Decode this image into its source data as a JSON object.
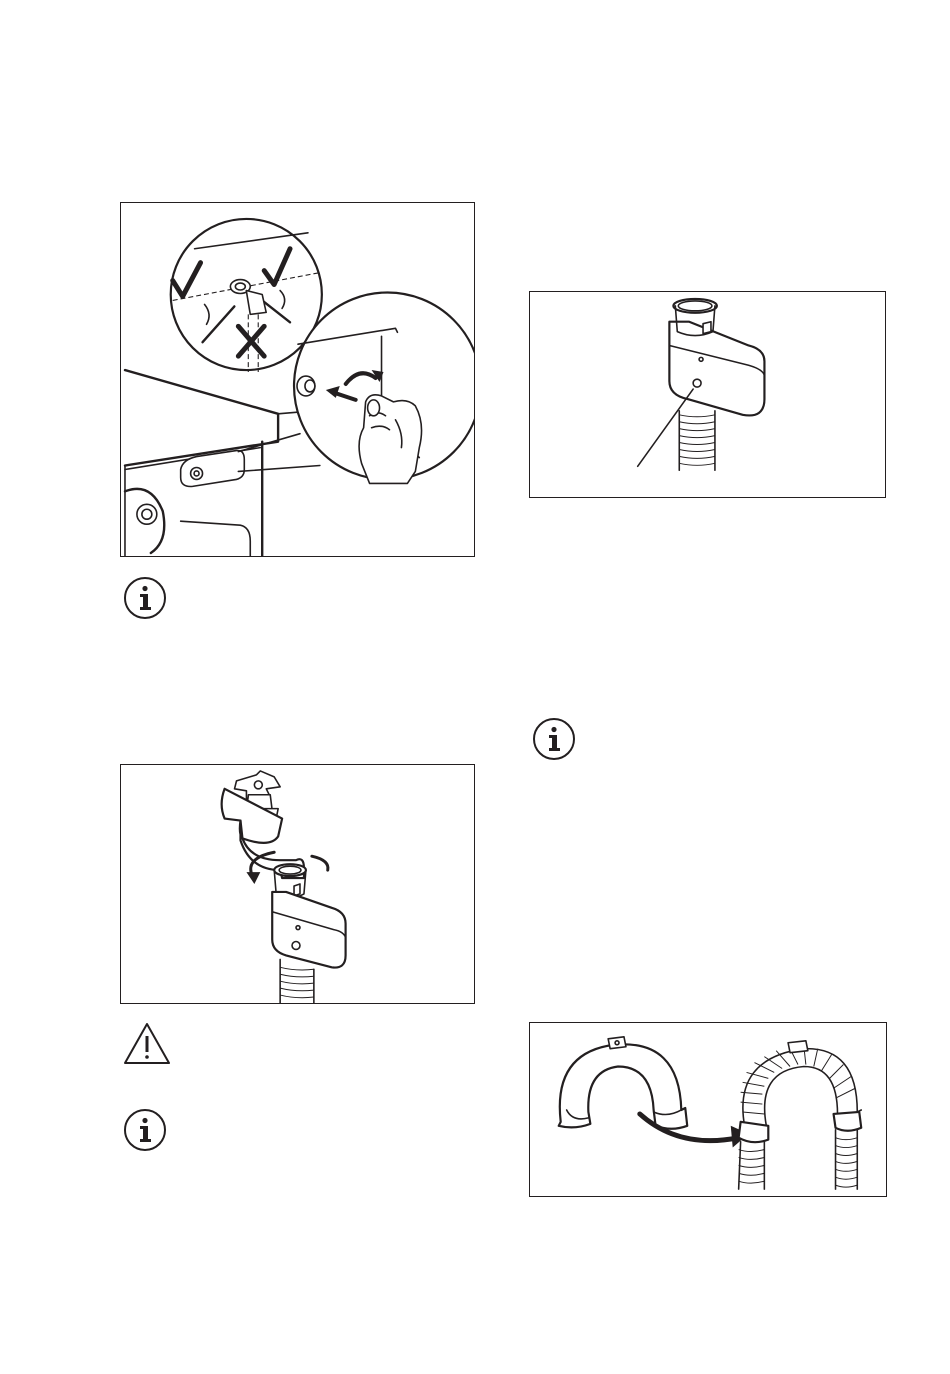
{
  "figures": {
    "inlet_hose_angle": {
      "icon": "inlet-hose-angle-illustration"
    },
    "hose_valve": {
      "icon": "water-stop-valve-illustration"
    },
    "tap_connection": {
      "icon": "tap-connection-illustration"
    },
    "hose_guide": {
      "icon": "drain-hose-guide-illustration"
    }
  },
  "notes": [
    {
      "type": "info",
      "icon": "info-icon"
    },
    {
      "type": "warning",
      "icon": "warning-icon"
    },
    {
      "type": "info",
      "icon": "info-icon"
    },
    {
      "type": "info",
      "icon": "info-icon"
    }
  ],
  "colors": {
    "line": "#231f20",
    "background": "#ffffff"
  }
}
